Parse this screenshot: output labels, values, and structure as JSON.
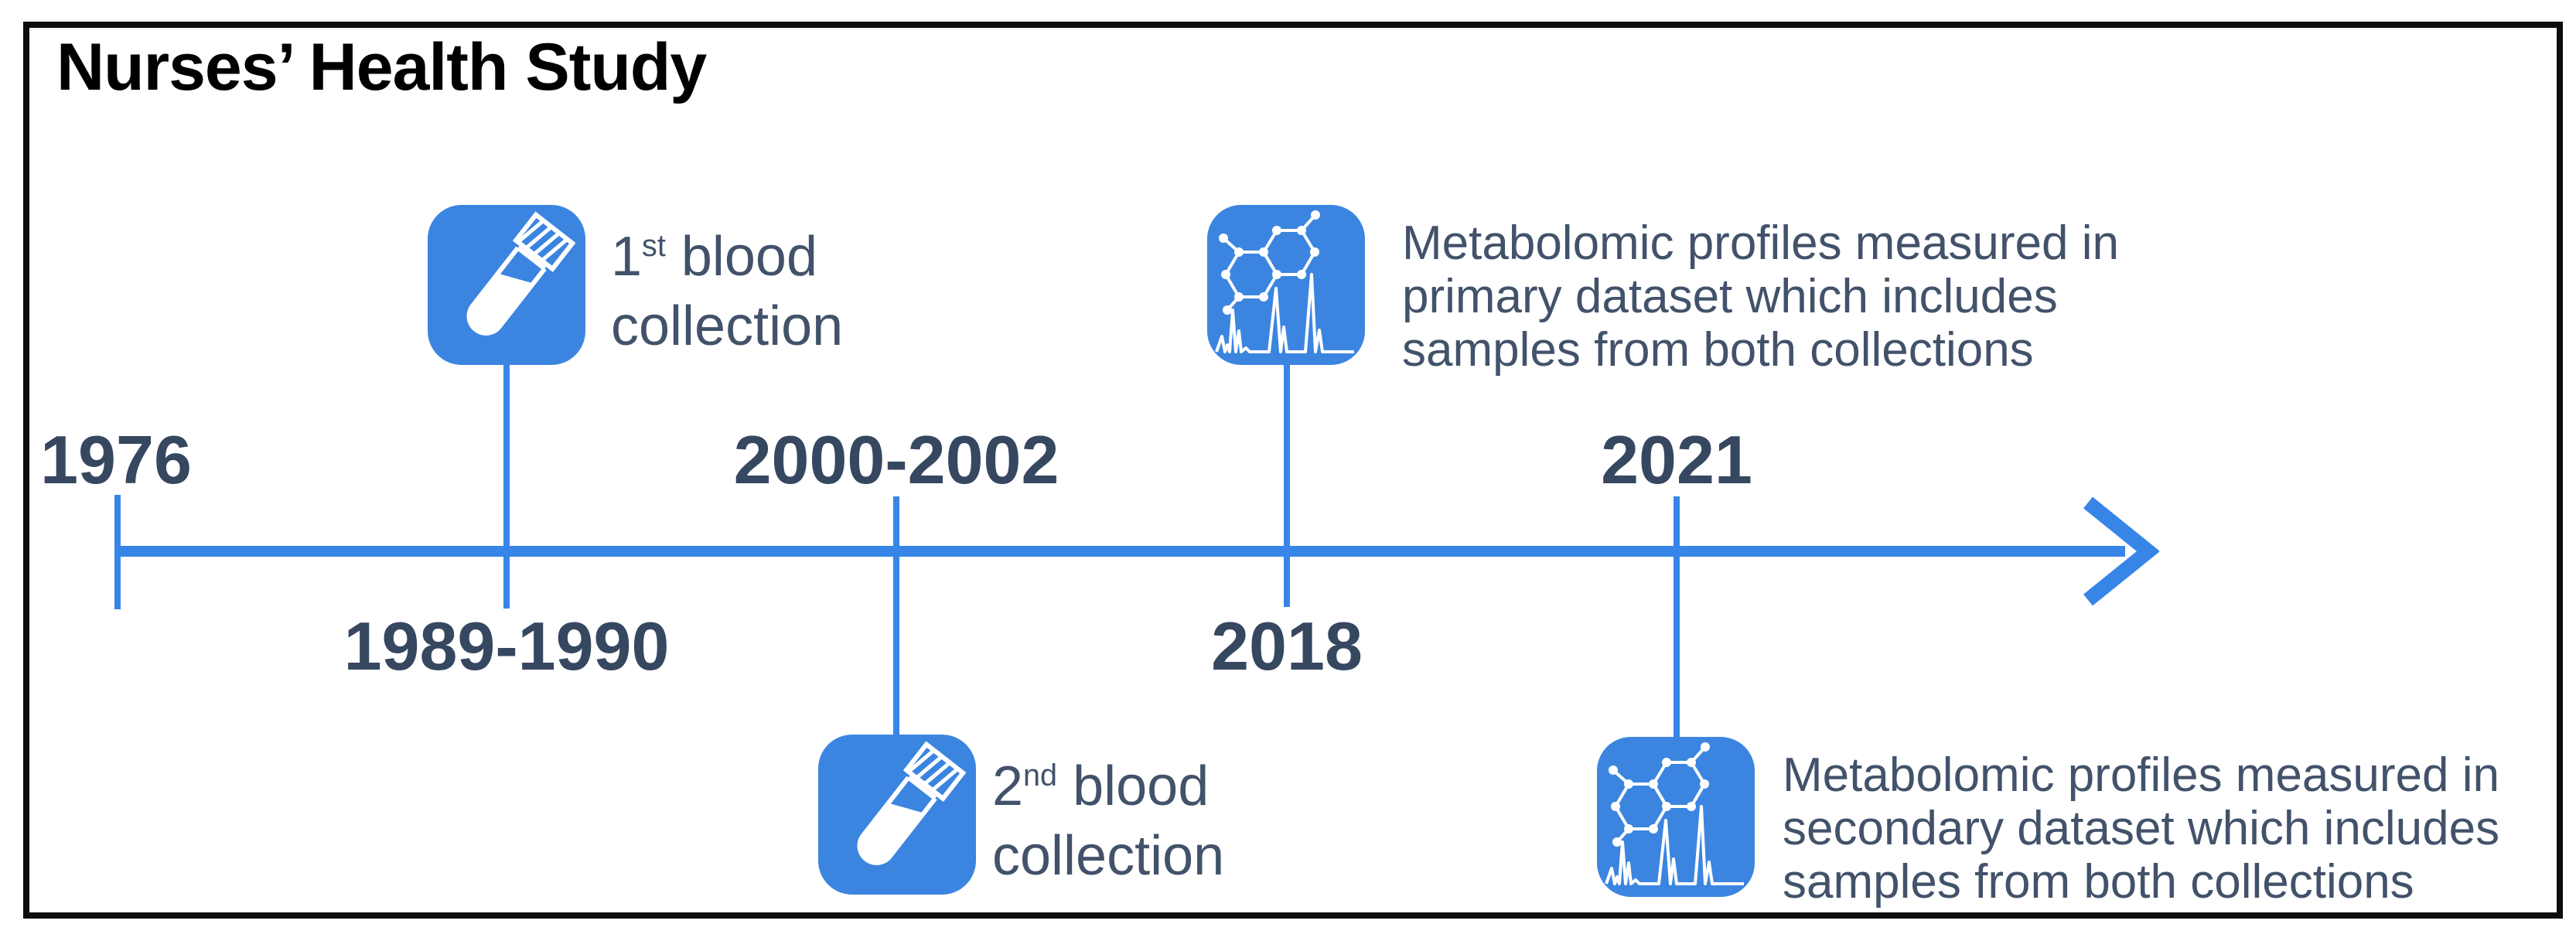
{
  "title": "Nurses’ Health Study",
  "colors": {
    "timeline_blue": "#3786e7",
    "icon_blue": "#3b85e0",
    "year_label_color": "#364760",
    "caption_color": "#42526a",
    "frame_border": "#0d0d0d",
    "background": "#ffffff"
  },
  "events": {
    "y1976": "1976",
    "y1989": "1989-1990",
    "y2000": "2000-2002",
    "y2018": "2018",
    "y2021": "2021"
  },
  "captions": {
    "blood1": {
      "num": "1",
      "sup": "st",
      "rest": " blood",
      "line2": "collection"
    },
    "blood2": {
      "num": "2",
      "sup": "nd",
      "rest": " blood",
      "line2": "collection"
    },
    "metab1": {
      "line1": "Metabolomic profiles measured in",
      "line2": "primary dataset which includes",
      "line3": "samples from both collections"
    },
    "metab2": {
      "line1": "Metabolomic profiles measured in",
      "line2": "secondary dataset which includes",
      "line3": "samples from both collections"
    }
  },
  "icons": {
    "blood_collection": "test-tube-icon",
    "metabolomics": "molecule-chromatogram-icon",
    "timeline_end": "right-arrow-icon"
  }
}
